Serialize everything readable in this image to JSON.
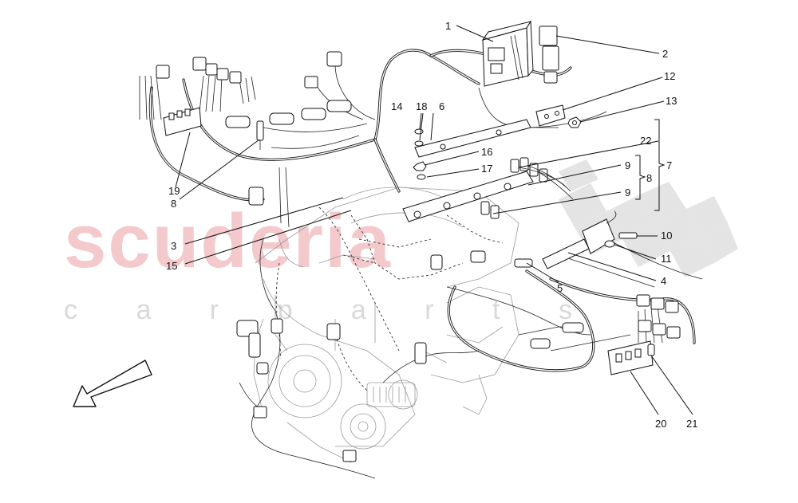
{
  "watermark": {
    "brand": "scuderia",
    "tagline": "c a r   p a r t s"
  },
  "colors": {
    "watermark_red": "#f3c9cc",
    "watermark_grey": "#d9d9d9",
    "line": "#111111"
  },
  "callouts": {
    "c1": "1",
    "c2": "2",
    "c3": "3",
    "c4": "4",
    "c5": "5",
    "c6": "6",
    "c7": "7",
    "c8a": "8",
    "c8b": "8",
    "c9a": "9",
    "c9b": "9",
    "c10": "10",
    "c11": "11",
    "c12": "12",
    "c13": "13",
    "c14": "14",
    "c15": "15",
    "c16": "16",
    "c17": "17",
    "c18": "18",
    "c19": "19",
    "c20": "20",
    "c21": "21",
    "c22": "22"
  },
  "icons": {
    "direction": "arrow-icon"
  }
}
